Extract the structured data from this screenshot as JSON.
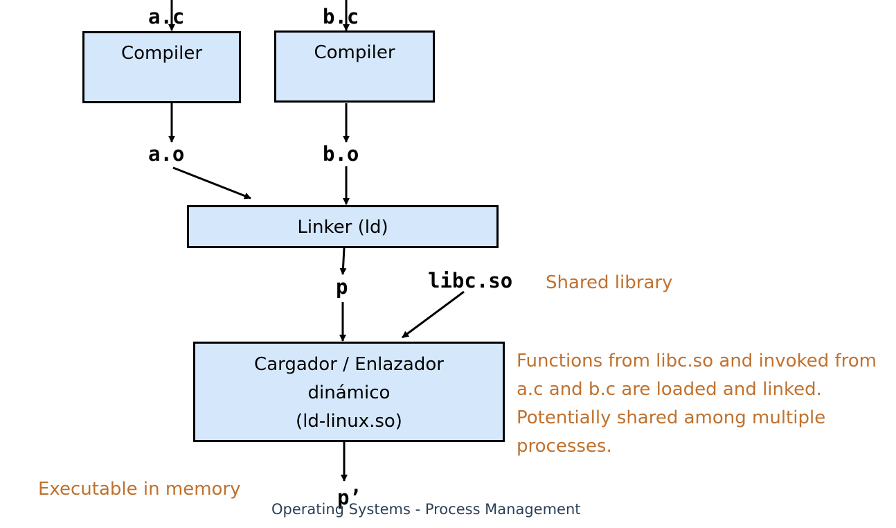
{
  "inputs": {
    "a_source": "a.c",
    "b_source": "b.c"
  },
  "compilers": {
    "left_label": "Compiler",
    "right_label": "Compiler"
  },
  "objects": {
    "a_object": "a.o",
    "b_object": "b.o"
  },
  "linker": {
    "label": "Linker (ld)"
  },
  "program": {
    "label": "p",
    "loaded_label": "p’"
  },
  "library": {
    "file": "libc.so",
    "note": "Shared library"
  },
  "loader": {
    "line1": "Cargador / Enlazador",
    "line2": "dinámico",
    "line3": "(ld-linux.so)"
  },
  "loader_note": {
    "line1": "Functions from libc.so and invoked from",
    "line2": "a.c and b.c are loaded and linked.",
    "line3": "Potentially shared among multiple",
    "line4": "processes."
  },
  "memory_note": "Executable in memory",
  "footer": "Operating Systems - Process Management",
  "colors": {
    "box_fill": "#d5e8fb",
    "box_border": "#000000",
    "note_text": "#c0712e",
    "footer_text": "#2b3f57"
  }
}
